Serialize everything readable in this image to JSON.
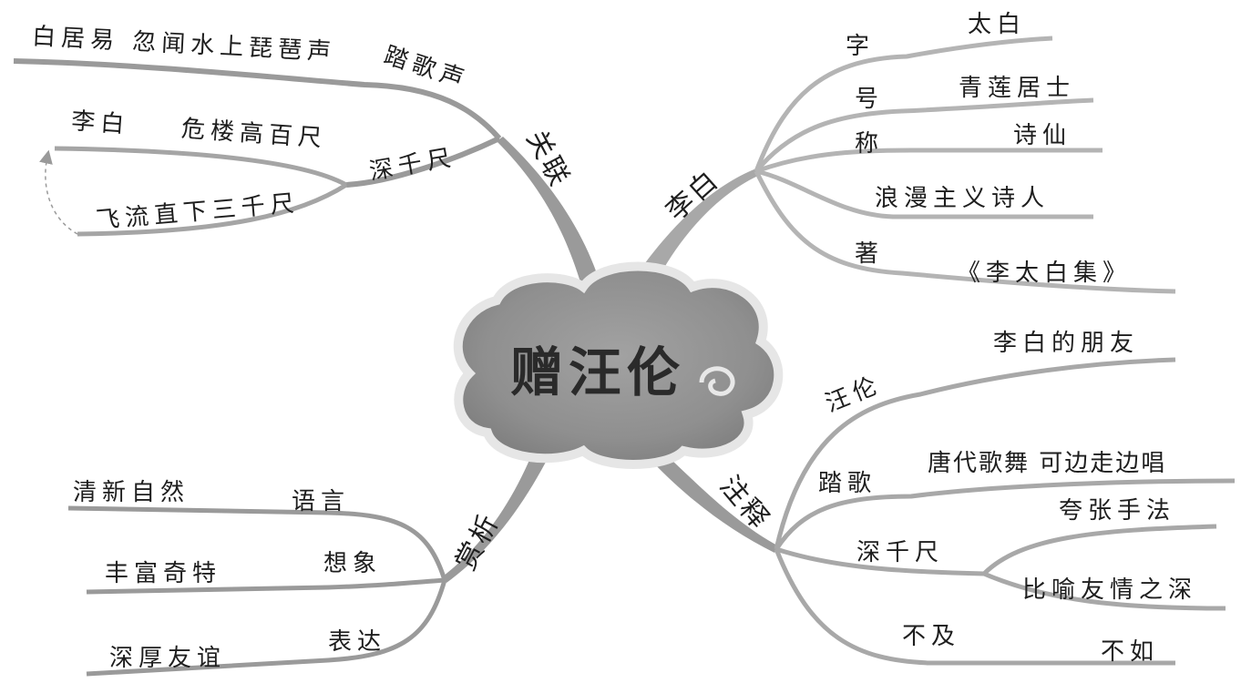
{
  "center": {
    "title": "赠汪伦"
  },
  "branches": {
    "guanlian": {
      "label": "关联",
      "sub1": {
        "label": "踏歌声",
        "leaf": "白居易  忽闻水上琵琶声"
      },
      "sub2": {
        "label": "深千尺",
        "leaf_a": "李白    危楼高百尺",
        "leaf_b": "飞流直下三千尺"
      }
    },
    "libai": {
      "label": "李白",
      "items": [
        {
          "label": "字",
          "value": "太白"
        },
        {
          "label": "号",
          "value": "青莲居士"
        },
        {
          "label": "称",
          "value": "诗仙"
        },
        {
          "label": "",
          "value": "浪漫主义诗人"
        },
        {
          "label": "著",
          "value": "《李太白集》"
        }
      ]
    },
    "shangxi": {
      "label": "赏析",
      "items": [
        {
          "label": "语言",
          "value": "清新自然"
        },
        {
          "label": "想象",
          "value": "丰富奇特"
        },
        {
          "label": "表达",
          "value": "深厚友谊"
        }
      ]
    },
    "zhushi": {
      "label": "注释",
      "wanglun": {
        "label": "汪伦",
        "value": "李白的朋友"
      },
      "tage": {
        "label": "踏歌",
        "value": "唐代歌舞 可边走边唱"
      },
      "shenqianchi": {
        "label": "深千尺",
        "value_a": "夸张手法",
        "value_b": "比喻友情之深"
      },
      "buji": {
        "label": "不及",
        "value": "不如"
      }
    }
  },
  "colors": {
    "cloud_fill": "#8f8f8f",
    "cloud_edge": "#e4e4e4",
    "main_branch": "#9a9a9a",
    "sub_line": "#b4b4b4",
    "text": "#1e1e1e"
  }
}
